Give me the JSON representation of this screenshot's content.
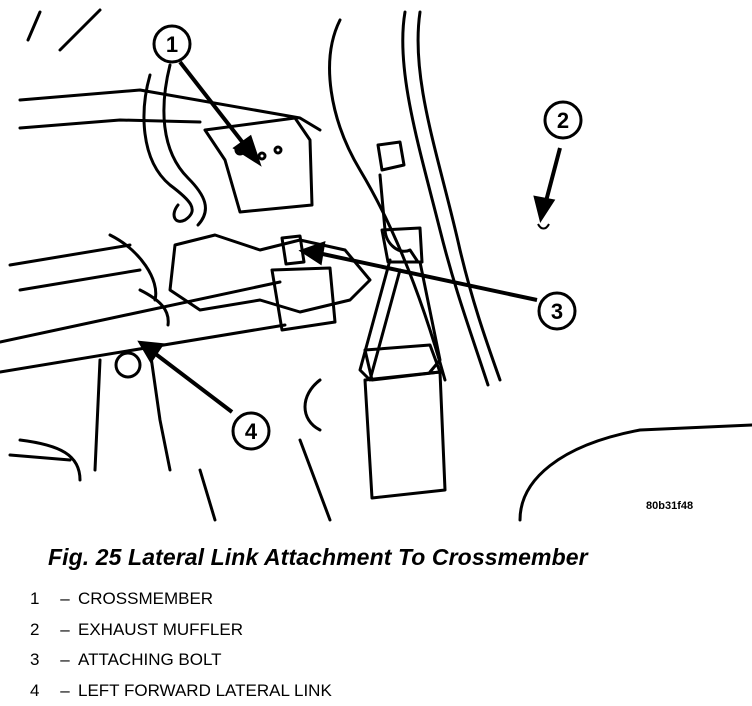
{
  "figure": {
    "reference_id": "80b31f48",
    "callouts": [
      "1",
      "2",
      "3",
      "4"
    ]
  },
  "caption": "Fig. 25 Lateral Link Attachment To Crossmember",
  "legend": [
    {
      "number": "1",
      "separator": "–",
      "label": "CROSSMEMBER"
    },
    {
      "number": "2",
      "separator": "–",
      "label": "EXHAUST MUFFLER"
    },
    {
      "number": "3",
      "separator": "–",
      "label": "ATTACHING BOLT"
    },
    {
      "number": "4",
      "separator": "–",
      "label": "LEFT FORWARD LATERAL LINK"
    }
  ]
}
